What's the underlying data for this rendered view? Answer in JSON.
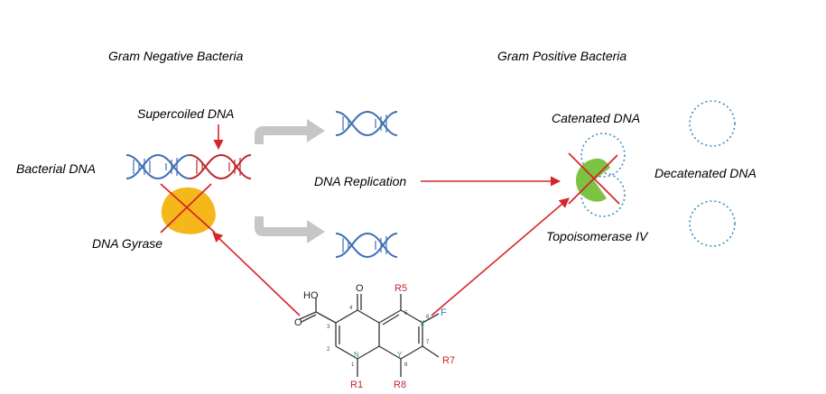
{
  "labels": {
    "gram_negative": "Gram Negative Bacteria",
    "gram_positive": "Gram Positive Bacteria",
    "supercoiled_dna": "Supercoiled DNA",
    "bacterial_dna": "Bacterial DNA",
    "dna_gyrase": "DNA Gyrase",
    "dna_replication": "DNA Replication",
    "catenated_dna": "Catenated DNA",
    "decatenated_dna": "Decatenated DNA",
    "topoisomerase_iv": "Topoisomerase IV"
  },
  "molecule": {
    "oh": "HO",
    "o_carbonyl": "O",
    "o_keto": "O",
    "r5": "R5",
    "x": "X",
    "f": "F",
    "r7": "R7",
    "y": "Y",
    "n": "N",
    "r1": "R1",
    "r8": "R8",
    "pos": [
      "1",
      "2",
      "3",
      "4",
      "5",
      "6",
      "7",
      "8"
    ]
  },
  "colors": {
    "dna_blue": "#3f6fb5",
    "dna_red": "#c0272d",
    "arrow_red": "#d7262b",
    "gyrase_yellow": "#f5b81a",
    "topo_green": "#7cc243",
    "gray_arrow": "#c6c6c6",
    "dotted_circle": "#3d8fc0"
  },
  "icons": {
    "gyrase": "dna-gyrase-enzyme-icon",
    "topo": "topoisomerase-iv-enzyme-icon",
    "cross": "inhibition-cross-icon"
  }
}
